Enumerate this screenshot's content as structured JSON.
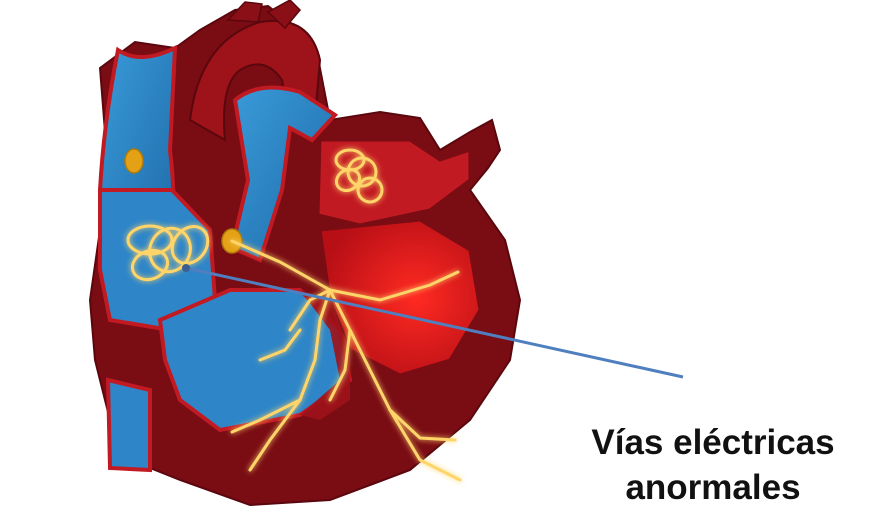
{
  "callout": {
    "line1": "Vías eléctricas",
    "line2": "anormales"
  },
  "colors": {
    "myocardium_dark": "#7a0c14",
    "myocardium": "#9e1219",
    "myocardium_light": "#c21a22",
    "blood_deoxygenated": "#2e86c8",
    "blood_deoxygenated_dark": "#1d5f99",
    "blood_oxygenated": "#e0141b",
    "conduction_glow": "#ffd56a",
    "node": "#e4a116",
    "pointer_line": "#4f7fbf"
  },
  "icons": [
    "heart-cross-section-illustration",
    "sinoatrial-node-icon",
    "av-node-icon"
  ]
}
